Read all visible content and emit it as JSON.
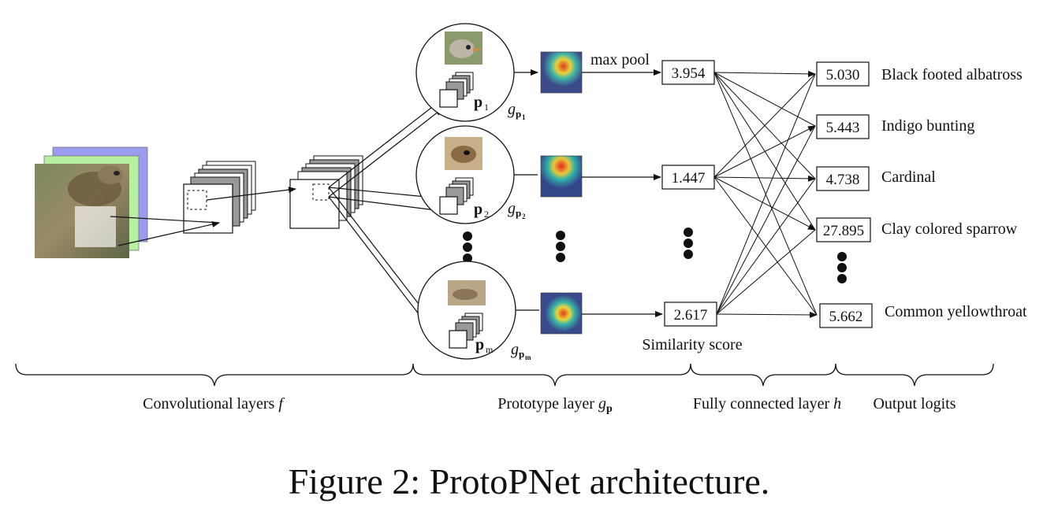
{
  "caption": "Figure 2: ProtoPNet architecture.",
  "labels": {
    "max_pool": "max pool",
    "similarity_score": "Similarity score"
  },
  "prototypes": [
    {
      "symbol": "p",
      "sub": "1",
      "g_sub": "p",
      "g_subsub": "1",
      "score": "3.954"
    },
    {
      "symbol": "p",
      "sub": "2",
      "g_sub": "p",
      "g_subsub": "2",
      "score": "1.447"
    },
    {
      "symbol": "p",
      "sub": "m",
      "g_sub": "p",
      "g_subsub": "m",
      "score": "2.617"
    }
  ],
  "outputs": [
    {
      "logit": "5.030",
      "class": "Black footed albatross"
    },
    {
      "logit": "5.443",
      "class": "Indigo bunting"
    },
    {
      "logit": "4.738",
      "class": "Cardinal"
    },
    {
      "logit": "27.895",
      "class": "Clay colored sparrow"
    },
    {
      "logit": "5.662",
      "class": "Common yellowthroat"
    }
  ],
  "stages": {
    "conv_prefix": "Convolutional layers",
    "conv_var": "f",
    "proto_prefix": "Prototype layer",
    "proto_var": "g",
    "proto_sub": "p",
    "fc_prefix": "Fully connected layer",
    "fc_var": "h",
    "out": "Output logits"
  },
  "colors": {
    "blue_channel": "#9b9bf0",
    "green_channel": "#b6f0a0",
    "ink": "#111111"
  }
}
